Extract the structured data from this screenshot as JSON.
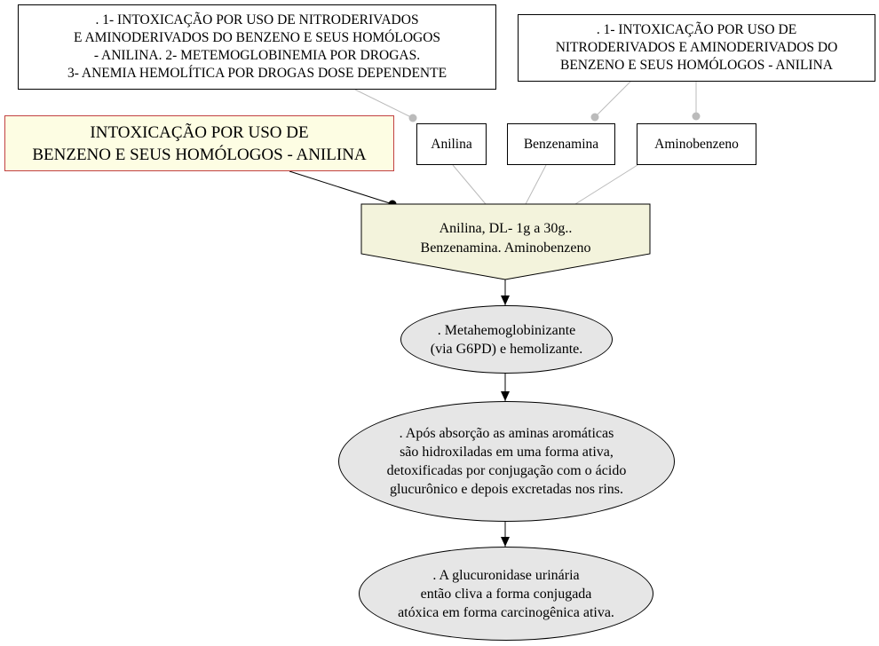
{
  "notes": {
    "left": ". 1- INTOXICAÇÃO POR USO DE NITRODERIVADOS\nE AMINODERIVADOS DO BENZENO E SEUS HOMÓLOGOS\n- ANILINA. 2- METEMOGLOBINEMIA POR DROGAS.\n3- ANEMIA HEMOLÍTICA POR DROGAS DOSE DEPENDENTE",
    "right": ". 1- INTOXICAÇÃO POR USO DE\nNITRODERIVADOS E AMINODERIVADOS DO\nBENZENO E SEUS HOMÓLOGOS - ANILINA"
  },
  "main_title": "INTOXICAÇÃO POR USO DE\nBENZENO E SEUS HOMÓLOGOS - ANILINA",
  "synonyms": [
    "Anilina",
    "Benzenamina",
    "Aminobenzeno"
  ],
  "center_node": "Anilina, DL- 1g a 30g..\nBenzenamina. Aminobenzeno",
  "steps": [
    ". Metahemoglobinizante\n(via G6PD) e hemolizante.",
    ". Após absorção as aminas aromáticas\nsão hidroxiladas em uma forma ativa,\ndetoxificadas por conjugação com o ácido\nglucurônico e depois excretadas nos rins.",
    ". A glucuronidase urinária\nentão cliva a forma conjugada\natóxica em forma carcinogênica ativa."
  ],
  "colors": {
    "title_fill": "#fdfde3",
    "title_border": "#c24141",
    "center_fill": "#f3f3dc",
    "ellipse_fill": "#e6e6e6",
    "connector_gray": "#bbbbbb"
  }
}
